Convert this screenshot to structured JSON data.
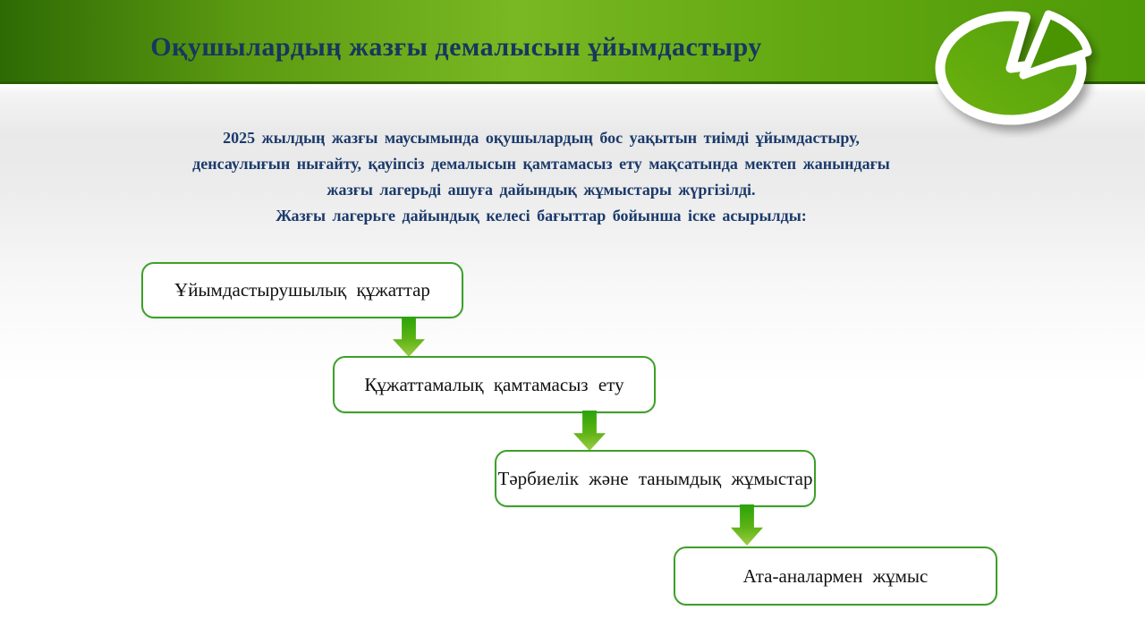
{
  "header": {
    "title": "Оқушылардың жазғы демалысын ұйымдастыру",
    "logo_icon": "pie-chart-logo"
  },
  "intro": {
    "lines": [
      "2025 жылдың жазғы маусымында оқушылардың бос уақытын тиімді ұйымдастыру,",
      "денсаулығын нығайту, қауіпсіз демалысын қамтамасыз ету мақсатында мектеп жанындағы",
      "жазғы лагерьді ашуға дайындық жұмыстары жүргізілді.",
      "Жазғы лагерьге дайындық келесі бағыттар бойынша іске асырылды:"
    ]
  },
  "flow": {
    "boxes": [
      {
        "label": "Ұйымдастырушылық құжаттар"
      },
      {
        "label": "Құжаттамалық қамтамасыз ету"
      },
      {
        "label": "Тәрбиелік және танымдық жұмыстар"
      },
      {
        "label": "Ата-аналармен жұмыс"
      }
    ],
    "connector": "down-arrow"
  },
  "colors": {
    "header_gradient_left": "#2e6a04",
    "header_gradient_mid": "#79b822",
    "header_gradient_right": "#4e9a07",
    "header_edge_line": "#2a5e02",
    "title_text": "#17375e",
    "body_text": "#1b3a6b",
    "box_border": "#3ca028",
    "box_fill": "#ffffff",
    "arrow_top": "#2aa309",
    "arrow_bottom": "#9ccd43",
    "logo_fill": "#62ac10",
    "logo_slice_fill": "#4a9404"
  }
}
